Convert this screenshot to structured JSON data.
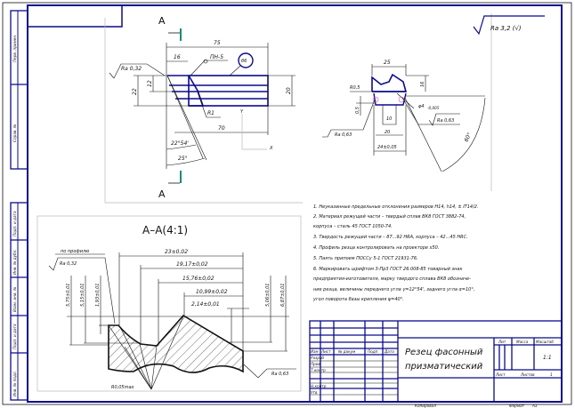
{
  "drawing": {
    "surface_finish_general": "Ra 3,2 (√)",
    "section_marks": [
      "А",
      "А"
    ],
    "top_view": {
      "dims": [
        "75",
        "16",
        "22",
        "12",
        "20",
        "70",
        "R1",
        "22°54'",
        "25°"
      ],
      "roughness": "Ra 0,32",
      "tolerance_note": "ПН-5",
      "balloon": "б6",
      "axes": [
        "Y",
        "X"
      ]
    },
    "side_view": {
      "dims": [
        "25",
        "16",
        "R0,5",
        "0,5",
        "10",
        "20",
        "24±0,05",
        "φ4",
        "-0,005",
        "60°"
      ],
      "roughness": [
        "Ra 0,63",
        "Ra 0,63"
      ]
    },
    "section": {
      "title": "А–А(4:1)",
      "profile_note": "по профилю",
      "roughness_left": "Ra 0,32",
      "roughness_right": "Ra 0,63",
      "radius_note": "R0,05max",
      "horizontal_dims": [
        "23±0,02",
        "19,17±0,02",
        "15,76±0,02",
        "10,99±0,02",
        "2,14±0,01"
      ],
      "vertical_dims_left": [
        "5,75±0,01",
        "5,15±0,01",
        "1,93±0,01"
      ],
      "vertical_dims_right": [
        "5,06±0,01",
        "6,87±0,01"
      ]
    },
    "notes": [
      "1. Неуказанные предельные отклонения размеров Н14, h14, ± IT14/2.",
      "2. Материал режущей части – твердый сплав ВК8 ГОСТ 3882-74,",
      "корпуса – сталь 45 ГОСТ 1050-74.",
      "3. Твердость режущей части – 87...92 HRA, корпуса – 42...45 HRC.",
      "4. Профиль резца контролировать на проекторе х50.",
      "5. Паять припоем ПОССу 5-1 ГОСТ 21931-76.",
      "6. Маркировать шрифтом 3-Пр3 ГОСТ 26.008-85 товарный знак",
      "предприятия-изготовителя, марку твердого сплава ВК8 обозначе-",
      "ние резца, величины переднего угла γ=12°54', заднего угла α=10°,",
      "угол поворота базы крепления ψ=40°."
    ]
  },
  "title_block": {
    "title_line1": "Резец фасонный",
    "title_line2": "призматический",
    "headers": [
      "Изм",
      "Лист",
      "№ докум",
      "Подп",
      "Дата"
    ],
    "roles": [
      "Разраб",
      "Пров",
      "Т.контр",
      "Н.контр",
      "Утв"
    ],
    "lit": "Лит",
    "mass": "Масса",
    "scale_label": "Масштаб",
    "scale": "1:1",
    "sheet": "Лист",
    "sheets": "Листов",
    "sheets_count": "1",
    "copied": "Копировал",
    "format_label": "Формат",
    "format": "А3"
  },
  "side_strip": [
    "Перв. примен.",
    "Справ. №",
    "Подп. и дата",
    "Инв. № дубл.",
    "Взам. инв. №",
    "Подп. и дата",
    "Инв. № подл."
  ],
  "colors": {
    "frame": "#0a0a8c",
    "section_mark": "#1a8a7a",
    "gray": "#b8b8b8"
  }
}
